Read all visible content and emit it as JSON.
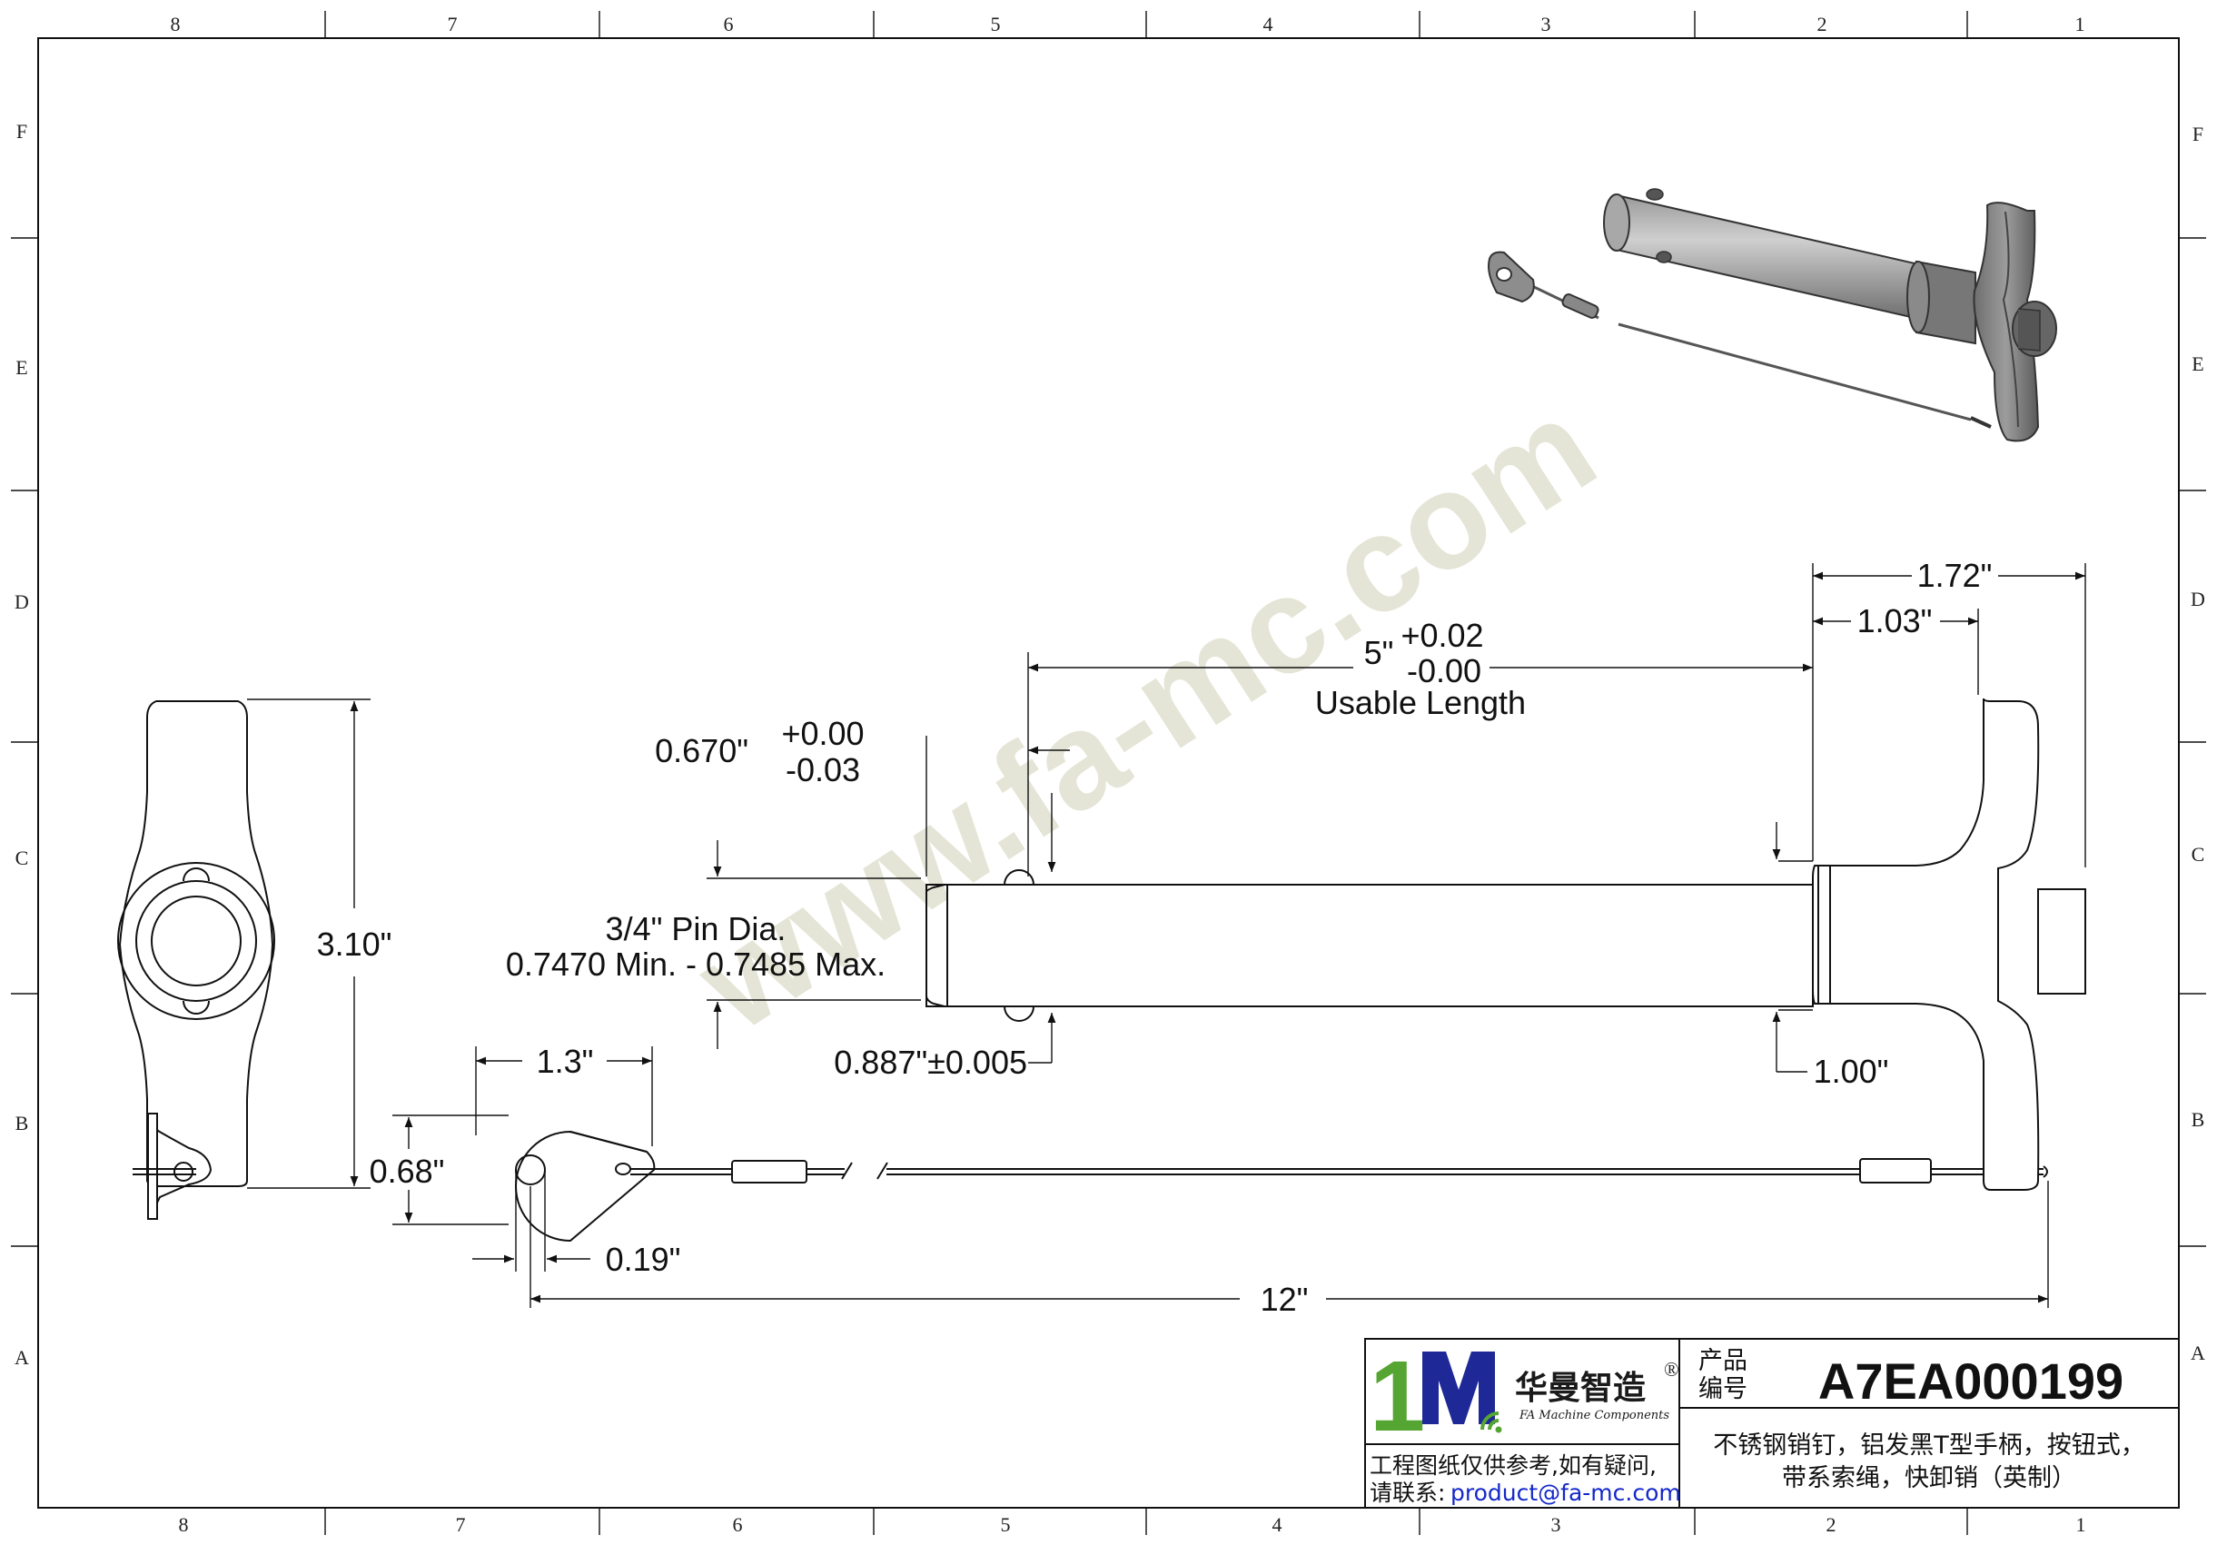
{
  "sheet": {
    "columns_top": [
      "8",
      "7",
      "6",
      "5",
      "4",
      "3",
      "2",
      "1"
    ],
    "columns_bottom": [
      "8",
      "7",
      "6",
      "5",
      "4",
      "3",
      "2",
      "1"
    ],
    "rows": [
      "F",
      "E",
      "D",
      "C",
      "B",
      "A"
    ]
  },
  "watermark": "www.fa-mc.com",
  "dimensions": {
    "handle_width": "1.72\"",
    "handle_offset": "1.03\"",
    "usable_nominal": "5\"",
    "usable_tol_plus": "+0.02",
    "usable_tol_minus": "-0.00",
    "usable_label": "Usable Length",
    "groove_nominal": "0.670\"",
    "groove_tol_plus": "+0.00",
    "groove_tol_minus": "-0.03",
    "pin_dia_line1": "3/4\" Pin Dia.",
    "pin_dia_line2": "0.7470 Min. - 0.7485 Max.",
    "ball_dia": "0.887\"±0.005",
    "collar_dia": "1.00\"",
    "handle_height": "3.10\"",
    "tab_length": "1.3\"",
    "tab_height": "0.68\"",
    "tab_hole": "0.19\"",
    "lanyard_length": "12\""
  },
  "title_block": {
    "brand_cn": "华曼智造",
    "brand_en": "FA Machine Components",
    "registered": "®",
    "code_label_line1": "产品",
    "code_label_line2": "编号",
    "product_code": "A7EA000199",
    "description_line1": "不锈钢销钉，铝发黑T型手柄，按钮式，",
    "description_line2": "带系索绳，快卸销（英制）",
    "notice_line1": "工程图纸仅供参考,如有疑问,",
    "notice_prefix": "请联系:",
    "contact_email": "product@fa-mc.com"
  },
  "colors": {
    "logo_green": "#55a532",
    "logo_blue": "#1e2896",
    "link_blue": "#1428c8"
  }
}
